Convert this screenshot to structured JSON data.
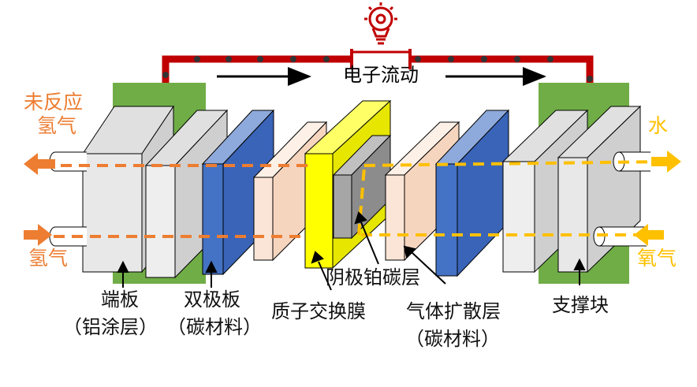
{
  "circuit": {
    "flow_label": "电子流动",
    "line_color": "#c00000",
    "icon": "lightbulb-icon"
  },
  "gas_labels": {
    "unreacted_h2_line1": "未反应",
    "unreacted_h2_line2": "氢气",
    "hydrogen": "氢气",
    "water": "水",
    "oxygen": "氧气"
  },
  "components": {
    "end_plate": "端板",
    "end_plate_sub": "（铝涂层）",
    "bipolar_plate": "双极板",
    "bipolar_plate_sub": "（碳材料）",
    "pem": "质子交换膜",
    "cathode_catalyst": "阴极铂碳层",
    "gdl": "气体扩散层",
    "gdl_sub": "（碳材料）",
    "support_block": "支撑块"
  },
  "colors": {
    "hydrogen_flow": "#ed7d31",
    "oxygen_flow": "#ffc000",
    "end_plate": "#70ad47",
    "bipolar_plate": "#4472c4",
    "gdl": "#fbe5d6",
    "membrane": "#ffff00",
    "catalyst": "#a6a6a6",
    "gray_plate": "#e0e0e0"
  }
}
